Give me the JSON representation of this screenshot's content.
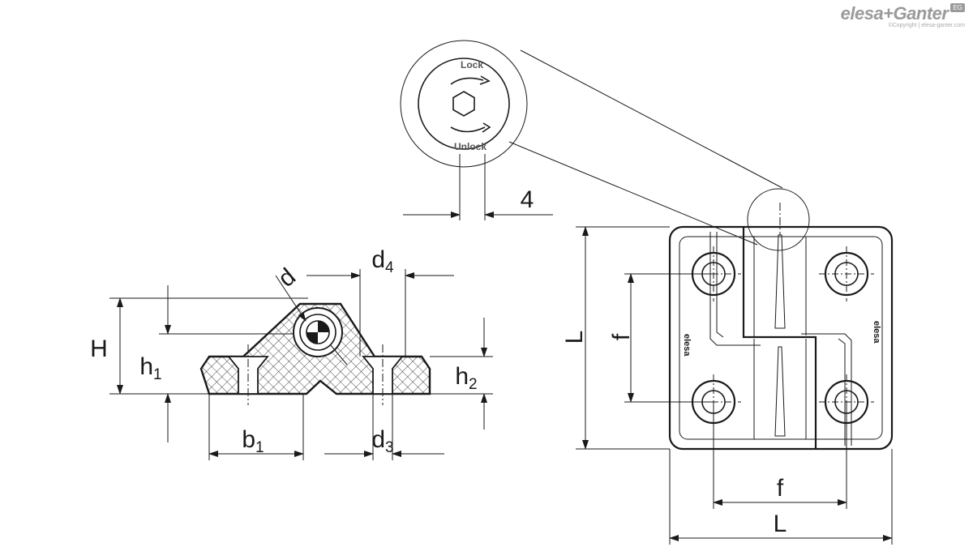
{
  "brand": {
    "logo_text": "elesa+Ganter",
    "badge": "EG",
    "copyright": "©Copyright | elesa-ganter.com"
  },
  "detail": {
    "lock_label": "Lock",
    "unlock_label": "Unlock",
    "slot_dim": "4"
  },
  "side_view": {
    "H": "H",
    "h": "h",
    "h_sub": "1",
    "h2": "h",
    "h2_sub": "2",
    "b": "b",
    "b_sub": "1",
    "d3": "d",
    "d3_sub": "3",
    "d4": "d",
    "d4_sub": "4",
    "d": "d"
  },
  "front_view": {
    "L_vertical": "L",
    "L_horizontal": "L",
    "f_vertical": "f",
    "f_horizontal": "f",
    "stamp": "elesa"
  },
  "colors": {
    "line": "#1a1a1a",
    "logo_grey": "#9a9a9a"
  }
}
